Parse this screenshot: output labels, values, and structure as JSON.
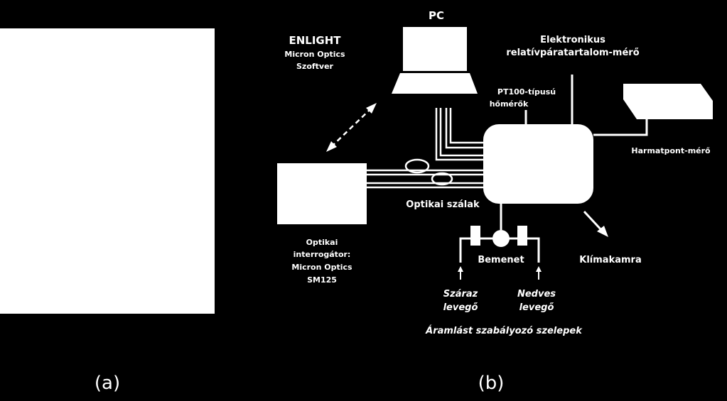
{
  "captions": {
    "a": "(a)",
    "b": "(b)"
  },
  "labels": {
    "pc": "PC",
    "software_1": "ENLIGHT",
    "software_2": "Micron Optics",
    "software_3": "Szoftver",
    "hygrometer_1": "Elektronikus",
    "hygrometer_2": "relatívpáratartalom-mérő",
    "pt100_1": "PT100-típusú",
    "pt100_2": "hőmérők",
    "dewpoint": "Harmatpont-mérő",
    "fibers": "Optikai szálak",
    "interrogator_1": "Optikai",
    "interrogator_2": "interrogátor:",
    "interrogator_3": "Micron Optics",
    "interrogator_4": "SM125",
    "inlet": "Bemenet",
    "chamber": "Klímakamra",
    "dry_air_1": "Száraz",
    "dry_air_2": "levegő",
    "wet_air_1": "Nedves",
    "wet_air_2": "levegő",
    "valves": "Áramlást szabályozó szelepek"
  },
  "colors": {
    "background": "#000000",
    "foreground": "#ffffff"
  }
}
